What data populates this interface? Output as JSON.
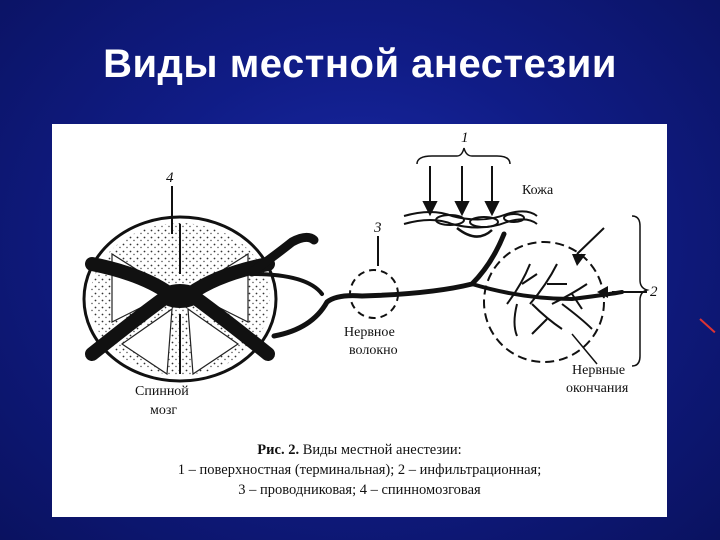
{
  "slide": {
    "title": "Виды местной анестезии"
  },
  "figure": {
    "numbers": {
      "n1": "1",
      "n2": "2",
      "n3": "3",
      "n4": "4"
    },
    "labels": {
      "skin": "Кожа",
      "nerve_fiber_1": "Нервное",
      "nerve_fiber_2": "волокно",
      "nerve_endings_1": "Нервные",
      "nerve_endings_2": "окончания",
      "spinal_cord_1": "Спинной",
      "spinal_cord_2": "мозг"
    },
    "caption": {
      "fig_no": "Рис. 2.",
      "fig_title": "Виды местной анестезии:",
      "line2": "1 – поверхностная (терминальная); 2 – инфильтрационная;",
      "line3": "3 – проводниковая; 4 – спинномозговая"
    }
  }
}
